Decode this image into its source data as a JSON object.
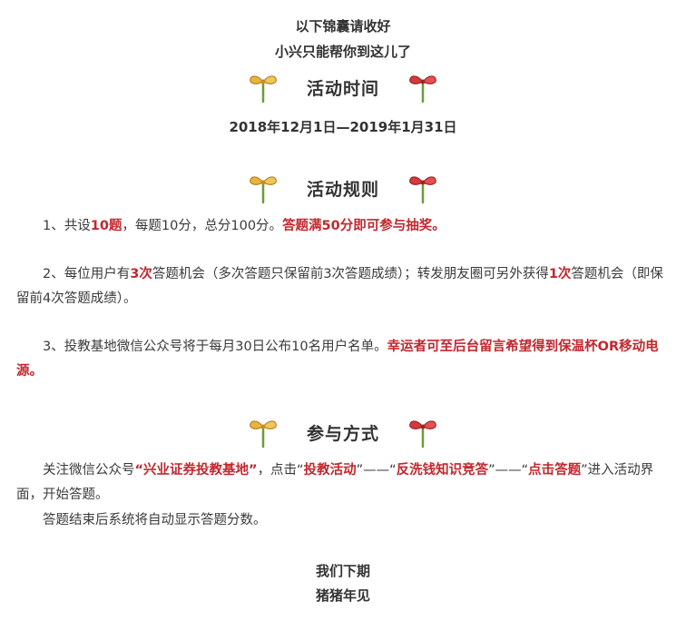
{
  "intro": {
    "line1": "以下锦囊请收好",
    "line2": "小兴只能帮你到这儿了"
  },
  "sections": {
    "time": {
      "title": "活动时间",
      "date": "2018年12月1日—2019年1月31日"
    },
    "rules": {
      "title": "活动规则",
      "rule1": {
        "a": "1、共设",
        "b": "10题",
        "c": "，每题10分，总分100分。",
        "d": "答题满50分即可参与抽奖。"
      },
      "rule2": {
        "a": "2、每位用户有",
        "b": "3次",
        "c": "答题机会（多次答题只保留前3次答题成绩）；转发朋友圈可另外获得",
        "d": "1次",
        "e": "答题机会（即保留前4次答题成绩）。"
      },
      "rule3": {
        "a": "3、投教基地微信公众号将于每月30日公布10名用户名单。",
        "b": "幸运者可至后台留言希望得到保温杯OR移动电源。"
      }
    },
    "method": {
      "title": "参与方式",
      "p1": {
        "a": "关注微信公众号",
        "b": "“兴业证券投教基地”",
        "c": "，点击“",
        "d": "投教活动",
        "e": "”——“",
        "f": "反洗钱知识竞答",
        "g": "”——“",
        "h": "点击答题",
        "i": "”进入活动界面，开始答题。"
      },
      "p2": "答题结束后系统将自动显示答题分数。"
    }
  },
  "outro": {
    "line1": "我们下期",
    "line2": "猪猪年见"
  },
  "colors": {
    "accent_red": "#c0282e",
    "text": "#333333",
    "flower_yellow": "#e8b43a",
    "flower_red": "#d63a3a",
    "stem_green": "#6f9a3a"
  },
  "icons": {
    "left": "yellow-flower-icon",
    "right": "red-flower-icon"
  }
}
